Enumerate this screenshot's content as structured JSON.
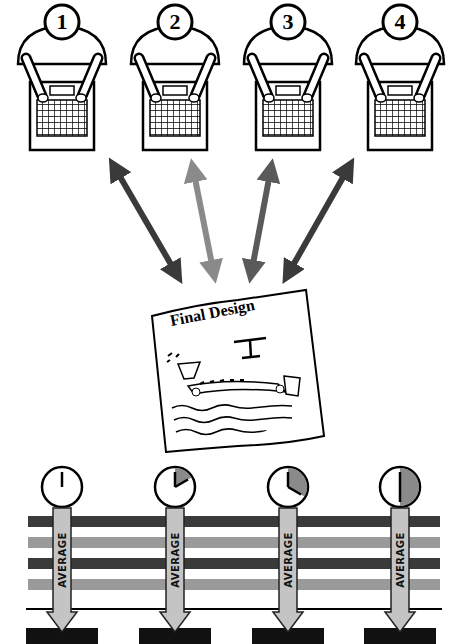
{
  "diagram": {
    "nodes": [
      {
        "text": [
          "1"
        ]
      },
      {
        "text": [
          "2"
        ]
      },
      {
        "text": [
          "3"
        ]
      },
      {
        "text": [
          "4"
        ]
      },
      {
        "text": [
          "Final Design"
        ]
      }
    ],
    "edges": [
      {
        "from": 0,
        "to": 4,
        "arrow": "both"
      },
      {
        "from": 1,
        "to": 4,
        "arrow": "both"
      },
      {
        "from": 2,
        "to": 4,
        "arrow": "both"
      },
      {
        "from": 3,
        "to": 4,
        "arrow": "both"
      }
    ],
    "labels": [
      "AVERAGE",
      "AVERAGE",
      "AVERAGE",
      "AVERAGE"
    ]
  }
}
